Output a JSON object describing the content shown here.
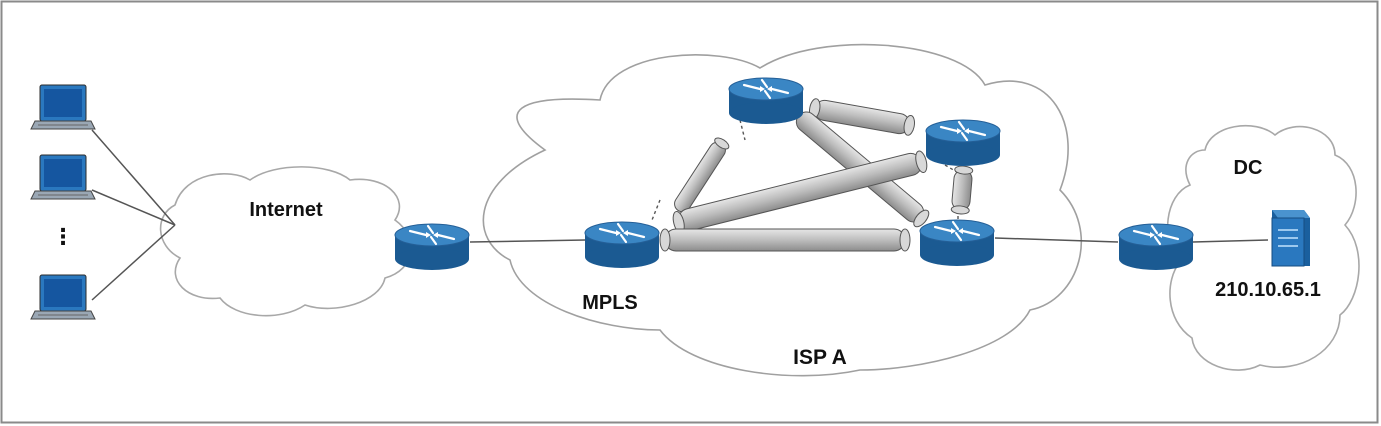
{
  "labels": {
    "internet": "Internet",
    "mpls": "MPLS",
    "isp": "ISP A",
    "dc": "DC",
    "server_ip": "210.10.65.1",
    "client_ellipsis": "⋮"
  },
  "icons": {
    "router": "router-icon",
    "laptop": "laptop-icon",
    "server": "server-icon",
    "cloud": "cloud-icon",
    "tunnel": "tunnel-icon"
  },
  "colors": {
    "router_top": "#2f78b4",
    "router_side": "#1b5a92",
    "device_blue": "#1f6fb8",
    "tunnel": "#b8b8b8",
    "cloud_stroke": "#9a9a9a",
    "link": "#555555",
    "frame": "#8a8a8a"
  }
}
